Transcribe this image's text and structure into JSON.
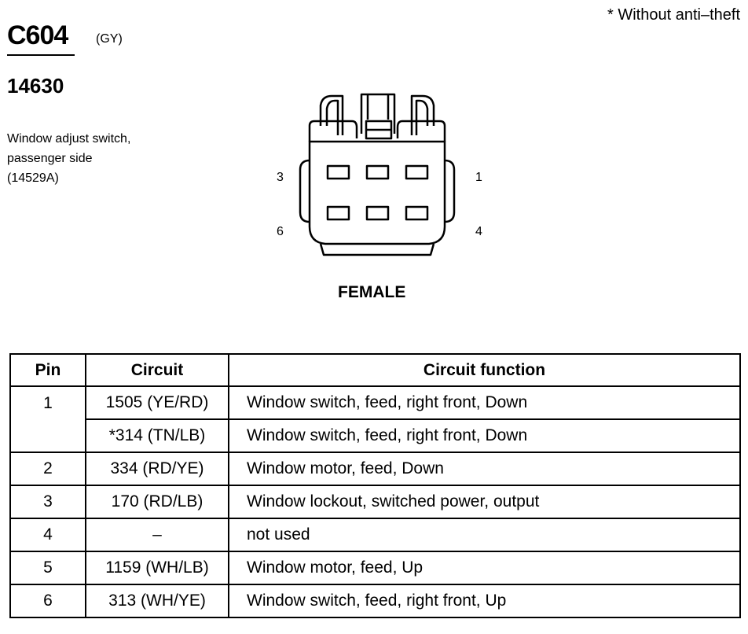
{
  "note": "* Without anti–theft",
  "connector": {
    "id": "C604",
    "color": "(GY)",
    "part_number": "14630",
    "description_lines": [
      "Window adjust switch,",
      "passenger side",
      "(14529A)"
    ],
    "gender": "FEMALE",
    "pin_labels": {
      "top_left": "3",
      "top_right": "1",
      "bottom_left": "6",
      "bottom_right": "4"
    }
  },
  "table": {
    "headers": {
      "pin": "Pin",
      "circuit": "Circuit",
      "function": "Circuit function"
    },
    "rows": [
      {
        "pin": "1",
        "circuit": "1505 (YE/RD)",
        "function": "Window switch, feed, right front, Down"
      },
      {
        "pin": "",
        "circuit": "*314 (TN/LB)",
        "function": "Window switch, feed, right front, Down"
      },
      {
        "pin": "2",
        "circuit": "334 (RD/YE)",
        "function": "Window motor, feed, Down"
      },
      {
        "pin": "3",
        "circuit": "170 (RD/LB)",
        "function": "Window lockout, switched power, output"
      },
      {
        "pin": "4",
        "circuit": "–",
        "function": "not used"
      },
      {
        "pin": "5",
        "circuit": "1159 (WH/LB)",
        "function": "Window motor, feed, Up"
      },
      {
        "pin": "6",
        "circuit": "313 (WH/YE)",
        "function": "Window switch, feed, right front, Up"
      }
    ]
  }
}
